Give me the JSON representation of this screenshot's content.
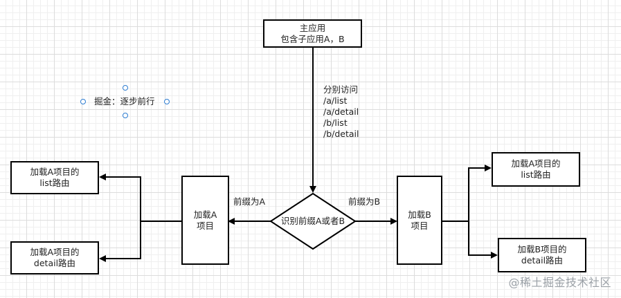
{
  "nodes": {
    "main_app": "主应用\n包含子应用A，B",
    "recognize": "识别前缀A或者B",
    "load_a": "加载A\n项目",
    "load_b": "加载B\n项目",
    "a_list": "加载A项目的\nlist路由",
    "a_detail": "加载A项目的\ndetail路由",
    "b_right_list": "加载A项目的\nlist路由",
    "b_detail": "加载B项目的\ndetail路由"
  },
  "edge_labels": {
    "access": "分别访问\n/a/list\n/a/detail\n/b/list\n/b/detail",
    "prefix_a": "前缀为A",
    "prefix_b": "前缀为B"
  },
  "selected_text": "掘金：逐步前行",
  "watermark": "@稀土掘金技术社区"
}
